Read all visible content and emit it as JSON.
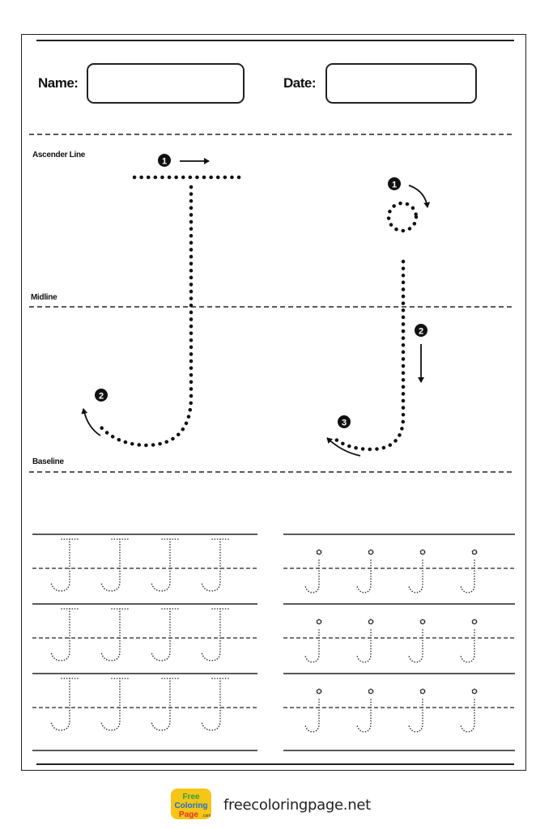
{
  "header": {
    "name_label": "Name:",
    "date_label": "Date:"
  },
  "guides": {
    "ascender": "Ascender Line",
    "midline": "Midline",
    "baseline": "Baseline"
  },
  "steps": {
    "upper_1": "1",
    "upper_2": "2",
    "lower_1": "1",
    "lower_2": "2",
    "lower_3": "3"
  },
  "footer": {
    "logo_word_1": "Free",
    "logo_word_2": "Coloring",
    "logo_word_3": "Page",
    "logo_word_4": ".com",
    "site": "freecoloringpage.net"
  },
  "practice": {
    "uppercase_letter": "J",
    "lowercase_letter": "j",
    "rows": 3,
    "letters_per_row": 4
  },
  "colors": {
    "ink": "#111111",
    "logo_yellow": "#f5c518",
    "logo_green": "#2e9e3e",
    "logo_blue": "#1e6fd0",
    "logo_red": "#e0342b"
  }
}
